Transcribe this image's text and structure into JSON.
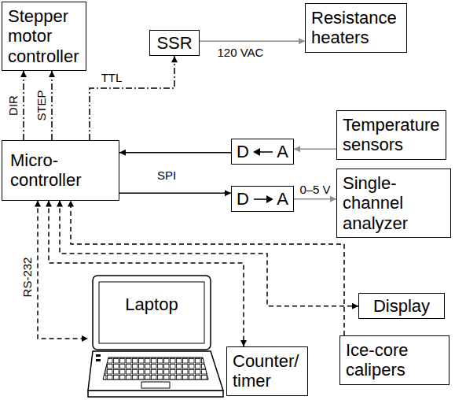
{
  "diagram": {
    "nodes": [
      {
        "text": [
          "Stepper motor controller"
        ]
      },
      {
        "text": [
          "SSR"
        ]
      },
      {
        "text": [
          "Resistance heaters"
        ]
      },
      {
        "text": [
          "Micro- controller"
        ]
      },
      {
        "text": [
          "Temperature sensors"
        ]
      },
      {
        "text": [
          "D",
          "A"
        ]
      },
      {
        "text": [
          "D",
          "A"
        ]
      },
      {
        "text": [
          "Single- channel analyzer"
        ]
      },
      {
        "text": [
          "Laptop"
        ]
      },
      {
        "text": [
          "Display"
        ]
      },
      {
        "text": [
          "Counter/ timer"
        ]
      },
      {
        "text": [
          "Ice-core calipers"
        ]
      }
    ],
    "edges": [
      {
        "from": 3,
        "to": 0,
        "arrow": "to",
        "label": "DIR"
      },
      {
        "from": 3,
        "to": 0,
        "arrow": "to",
        "label": "STEP"
      },
      {
        "from": 3,
        "to": 1,
        "arrow": "to",
        "label": "TTL"
      },
      {
        "from": 1,
        "to": 2,
        "arrow": "to",
        "label": "120 VAC"
      },
      {
        "from": 4,
        "to": 5,
        "arrow": "to"
      },
      {
        "from": 5,
        "to": 3,
        "arrow": "to"
      },
      {
        "from": 3,
        "to": 6,
        "arrow": "to"
      },
      {
        "from": 6,
        "to": 7,
        "arrow": "to",
        "label": "0–5 V"
      },
      {
        "from": 3,
        "to": 8,
        "arrow": "both",
        "label": "RS-232"
      },
      {
        "from": 3,
        "to": 10,
        "arrow": "both"
      },
      {
        "from": 3,
        "to": 9,
        "arrow": "both"
      },
      {
        "from": 11,
        "to": 3,
        "arrow": "to"
      }
    ],
    "labels": [
      "SPI"
    ]
  }
}
